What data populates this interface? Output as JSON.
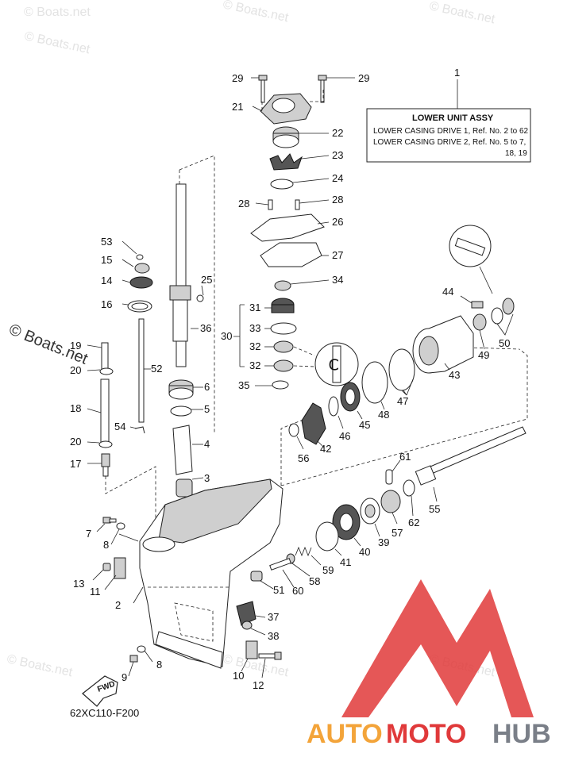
{
  "diagram_code": "62XC110-F200",
  "watermarks": {
    "site": "© Boats.net",
    "side": "© Boats.net"
  },
  "assembly_box": {
    "ref_number": "1",
    "title": "LOWER UNIT ASSY",
    "line1": "LOWER CASING DRIVE 1, Ref. No. 2 to 62",
    "line2": "LOWER CASING DRIVE 2, Ref. No. 5 to 7,",
    "line3": "18, 19"
  },
  "fwd_label": "FWD",
  "logo": {
    "part1": "AUTO",
    "part2": "MOTO",
    "part3": "HUB",
    "color_orange": "#f3a43a",
    "color_red": "#e0393a",
    "color_gray": "#7a7f88"
  },
  "part_numbers": {
    "p2": "2",
    "p3": "3",
    "p4": "4",
    "p5": "5",
    "p6": "6",
    "p7": "7",
    "p8a": "8",
    "p8b": "8",
    "p9": "9",
    "p10": "10",
    "p11": "11",
    "p12": "12",
    "p13": "13",
    "p14": "14",
    "p15": "15",
    "p16": "16",
    "p17": "17",
    "p18": "18",
    "p19": "19",
    "p20a": "20",
    "p20b": "20",
    "p21": "21",
    "p22": "22",
    "p23": "23",
    "p24": "24",
    "p25": "25",
    "p26": "26",
    "p27": "27",
    "p28a": "28",
    "p28b": "28",
    "p29a": "29",
    "p29b": "29",
    "p30": "30",
    "p31": "31",
    "p32a": "32",
    "p32b": "32",
    "p33": "33",
    "p34": "34",
    "p35": "35",
    "p36": "36",
    "p37": "37",
    "p38": "38",
    "p39": "39",
    "p40": "40",
    "p41": "41",
    "p42": "42",
    "p43": "43",
    "p44": "44",
    "p45": "45",
    "p46": "46",
    "p47": "47",
    "p48": "48",
    "p49": "49",
    "p50": "50",
    "p51": "51",
    "p52": "52",
    "p53": "53",
    "p54": "54",
    "p55": "55",
    "p56": "56",
    "p57": "57",
    "p58": "58",
    "p59": "59",
    "p60": "60",
    "p61": "61",
    "p62": "62"
  }
}
